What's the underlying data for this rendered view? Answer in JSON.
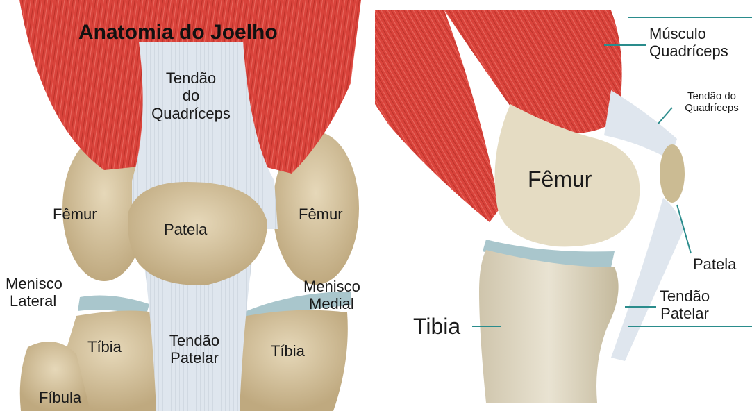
{
  "title": "Anatomia do Joelho",
  "colors": {
    "muscle": "#d9433b",
    "muscle_dark": "#a8281f",
    "bone": "#d8c6a2",
    "bone_dark": "#bfa97f",
    "tendon": "#dfe6ee",
    "meniscus": "#a9c6cc",
    "leader": "#2a8c8c"
  },
  "front": {
    "tendao_quadriceps": [
      "Tendão",
      "do",
      "Quadríceps"
    ],
    "femur_left": "Fêmur",
    "femur_right": "Fêmur",
    "patela": "Patela",
    "menisco_lateral": [
      "Menisco",
      "Lateral"
    ],
    "menisco_medial": [
      "Menisco",
      "Medial"
    ],
    "tibia_left": "Tíbia",
    "tibia_right": "Tíbia",
    "tendao_patelar": [
      "Tendão",
      "Patelar"
    ],
    "fibula": "Fíbula"
  },
  "side": {
    "musculo_quadriceps": [
      "Músculo",
      "Quadríceps"
    ],
    "tendao_quadriceps": [
      "Tendão do",
      "Quadríceps"
    ],
    "femur": "Fêmur",
    "patela": "Patela",
    "tendao_patelar": [
      "Tendão",
      "Patelar"
    ],
    "tibia": "Tibia"
  }
}
